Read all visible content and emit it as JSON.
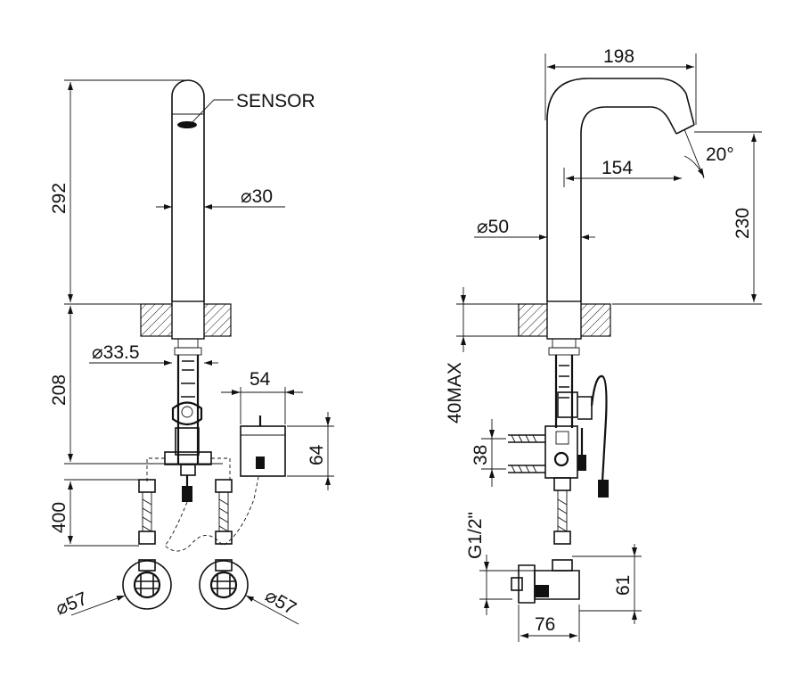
{
  "labels": {
    "sensor": "SENSOR",
    "d30": "30",
    "h292": "292",
    "h208": "208",
    "d33_5": "33.5",
    "w54": "54",
    "h64": "64",
    "h400": "400",
    "d57_left": "57",
    "d57_right": "57",
    "w198": "198",
    "w154": "154",
    "angle20": "20°",
    "d50": "50",
    "h230": "230",
    "max40": "40MAX",
    "h38": "38",
    "g12": "G1/2\"",
    "h61": "61",
    "w76": "76"
  },
  "diameter_symbol": "⌀"
}
